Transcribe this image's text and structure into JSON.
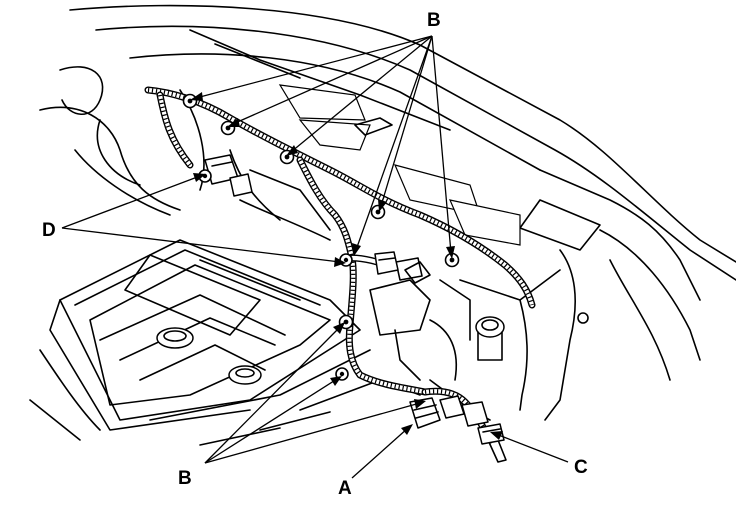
{
  "figure": {
    "callouts": {
      "A": "A",
      "B_top": "B",
      "B_bottom": "B",
      "C": "C",
      "D": "D"
    }
  }
}
